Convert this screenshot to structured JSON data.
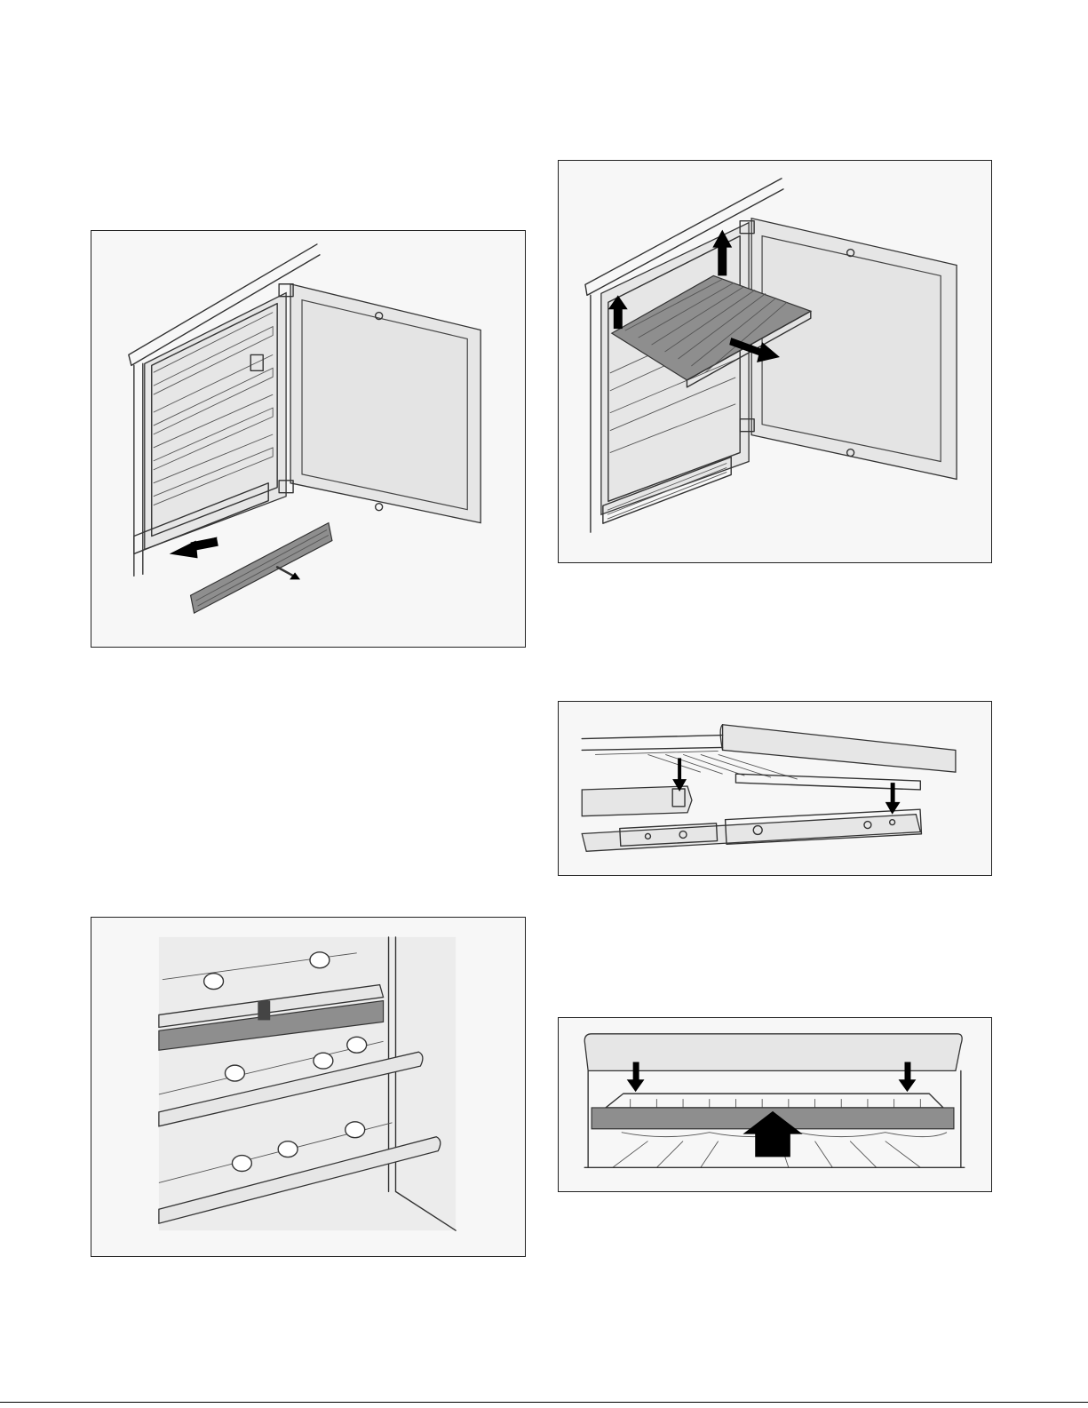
{
  "figures": [
    {
      "id": "fig1",
      "icon": "fridge-remove-base-grille-illustration"
    },
    {
      "id": "fig2",
      "icon": "fridge-lift-out-shelf-illustration"
    },
    {
      "id": "fig3",
      "icon": "shelf-rail-attach-illustration"
    },
    {
      "id": "fig4",
      "icon": "shelf-insert-front-view-illustration"
    },
    {
      "id": "fig5",
      "icon": "wine-bottles-on-shelves-illustration"
    }
  ]
}
